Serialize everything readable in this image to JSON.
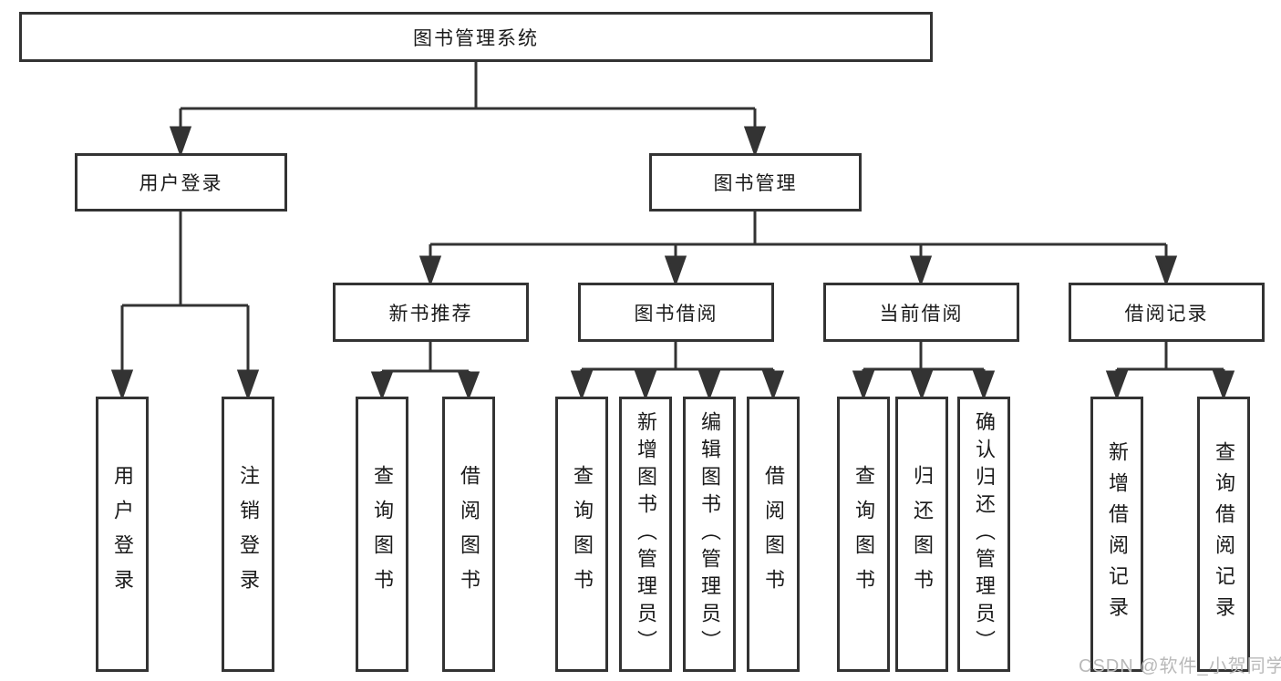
{
  "diagram": {
    "root": {
      "label": "图书管理系统"
    },
    "level2": [
      {
        "label": "用户登录",
        "children": [
          {
            "label": "用户登录"
          },
          {
            "label": "注销登录"
          }
        ]
      },
      {
        "label": "图书管理",
        "sections": [
          {
            "label": "新书推荐",
            "children": [
              {
                "label": "查询图书"
              },
              {
                "label": "借阅图书"
              }
            ]
          },
          {
            "label": "图书借阅",
            "children": [
              {
                "label": "查询图书"
              },
              {
                "label": "新增图书（管理员）"
              },
              {
                "label": "编辑图书（管理员）"
              },
              {
                "label": "借阅图书"
              }
            ]
          },
          {
            "label": "当前借阅",
            "children": [
              {
                "label": "查询图书"
              },
              {
                "label": "归还图书"
              },
              {
                "label": "确认归还（管理员）"
              }
            ]
          },
          {
            "label": "借阅记录",
            "children": [
              {
                "label": "新增借阅记录"
              },
              {
                "label": "查询借阅记录"
              }
            ]
          }
        ]
      }
    ]
  },
  "watermark": {
    "text": "CSDN @软件_小贺同学"
  },
  "colors": {
    "line": "#333333",
    "border": "#333333",
    "text": "#1a1a1a",
    "watermark": "#b9b9b9",
    "background": "#ffffff"
  }
}
